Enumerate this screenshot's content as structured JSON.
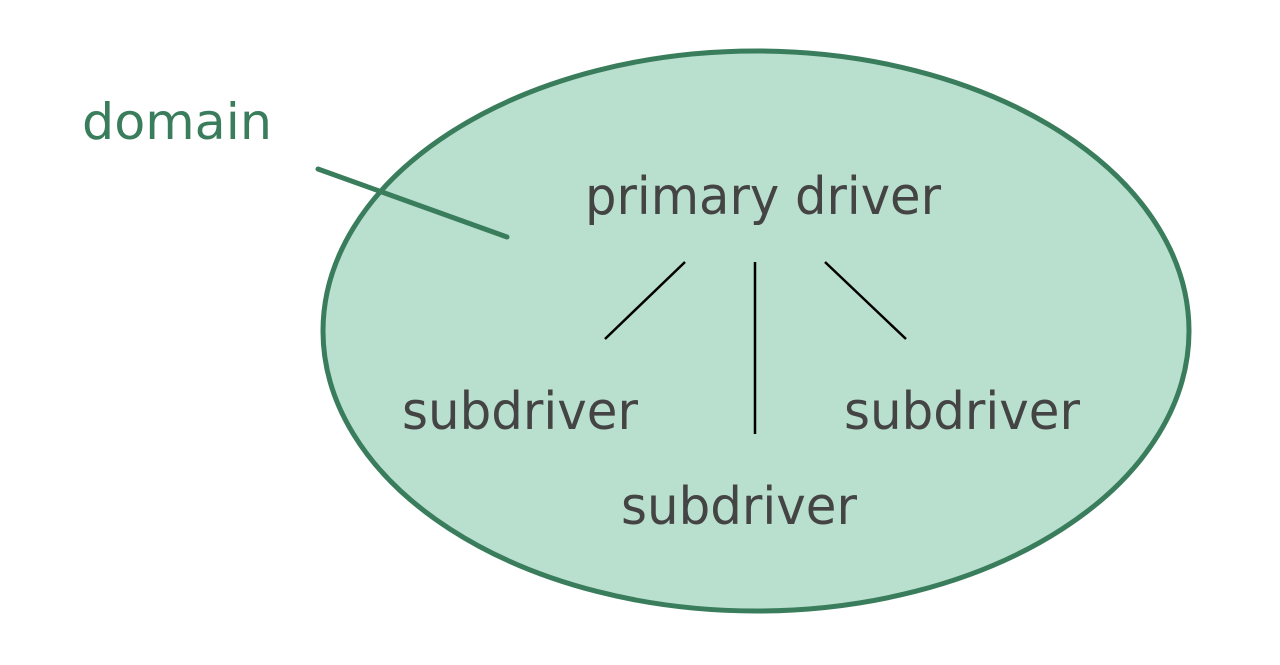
{
  "labels": {
    "domain": "domain",
    "primary": "primary driver",
    "sub_left": "subdriver",
    "sub_center": "subdriver",
    "sub_right": "subdriver"
  },
  "colors": {
    "domain_fill": "#b9dfce",
    "domain_stroke": "#3a7d5c",
    "text": "#444444",
    "connector": "#000000"
  }
}
